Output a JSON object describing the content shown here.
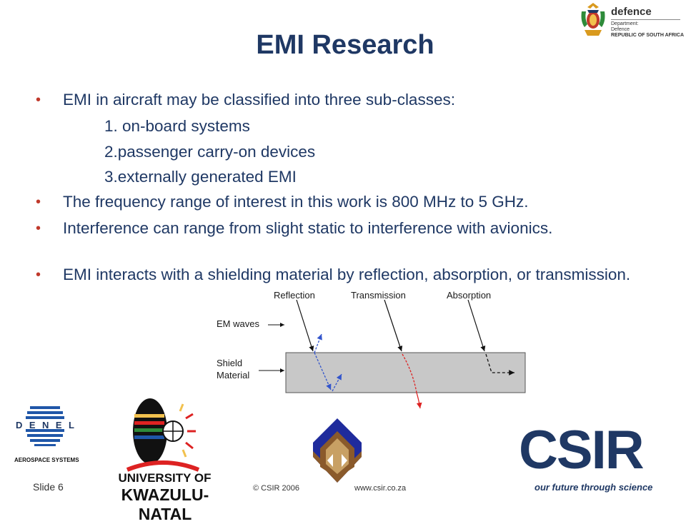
{
  "slide": {
    "title": "EMI Research",
    "bullets": [
      "EMI in aircraft may be classified into three sub-classes:",
      "The frequency range of interest in this work is 800 MHz to 5 GHz.",
      "Interference can range from slight static to interference with avionics.",
      "EMI interacts with a shielding material by reflection, absorption, or transmission."
    ],
    "sub_items": [
      "1. on-board systems",
      "2.passenger carry-on devices",
      "3.externally generated EMI"
    ]
  },
  "diagram": {
    "labels": {
      "reflection": "Reflection",
      "transmission": "Transmission",
      "absorption": "Absorption",
      "em_waves": "EM waves",
      "shield_1": "Shield",
      "shield_2": "Material"
    },
    "colors": {
      "shield": "#c8c8c8",
      "reflection_arrow": "#3355cc",
      "transmission_arrow": "#dd2222",
      "absorption_arrow": "#111111"
    }
  },
  "footer": {
    "slide_number": "Slide 6",
    "copyright": "© CSIR 2006",
    "website": "www.csir.co.za"
  },
  "logos": {
    "defence": {
      "word": "defence",
      "line1": "Department:",
      "line2": "Defence",
      "line3": "REPUBLIC OF SOUTH AFRICA"
    },
    "denel": {
      "letters": [
        "D",
        "E",
        "N",
        "E",
        "L"
      ],
      "subtitle": "AEROSPACE SYSTEMS"
    },
    "ukzn": {
      "line1": "UNIVERSITY OF",
      "line2": "KWAZULU-NATAL"
    },
    "csir": {
      "wordmark": "CSIR",
      "tagline": "our future through science"
    }
  },
  "colors": {
    "title": "#1f3864",
    "bullet_marker": "#c0392b"
  }
}
